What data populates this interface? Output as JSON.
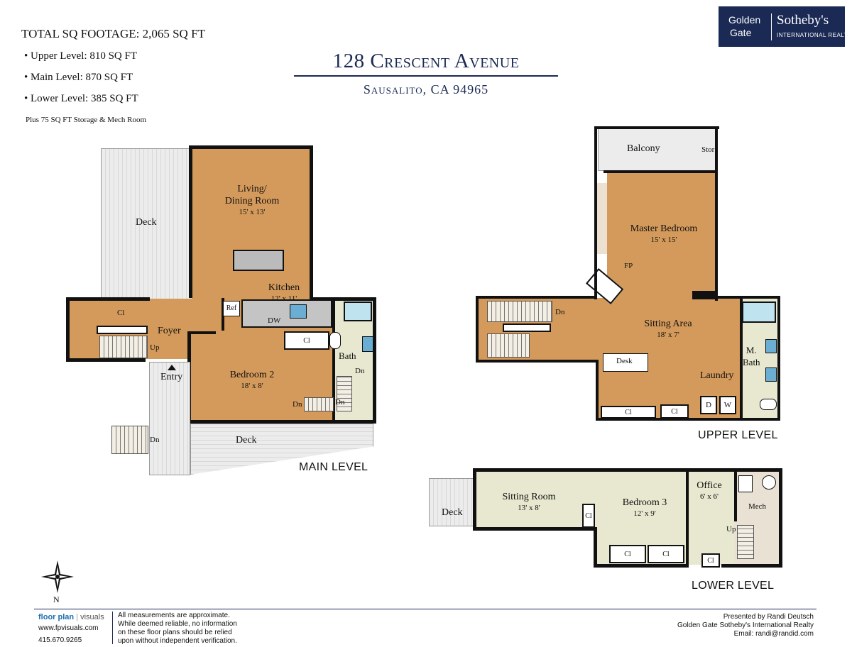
{
  "header": {
    "title": "128 Crescent Avenue",
    "subtitle": "Sausalito, CA 94965",
    "total": "TOTAL SQ FOOTAGE: 2,065 SQ FT",
    "levels": [
      "Upper Level: 810 SQ FT",
      "Main Level: 870 SQ FT",
      "Lower Level: 385 SQ FT"
    ],
    "note": "Plus 75 SQ FT Storage & Mech Room"
  },
  "logo": {
    "left_top": "Golden",
    "left_bottom": "Gate",
    "brand": "Sotheby's",
    "brand_sub": "INTERNATIONAL REALTY"
  },
  "main_level": {
    "title": "MAIN LEVEL",
    "deck_top": "Deck",
    "deck_bottom": "Deck",
    "living_name": "Living/\nDining Room",
    "living_dim": "15' x 13'",
    "kitchen_name": "Kitchen",
    "kitchen_dim": "12' x 11'",
    "foyer": "Foyer",
    "entry": "Entry",
    "bedroom_name": "Bedroom 2",
    "bedroom_dim": "18' x 8'",
    "bath": "Bath",
    "ref": "Ref",
    "dw": "DW",
    "cl": "Cl",
    "cl2": "Cl",
    "up": "Up",
    "dn1": "Dn",
    "dn2": "Dn",
    "dn3": "Dn",
    "dn4": "Dn"
  },
  "upper_level": {
    "title": "UPPER LEVEL",
    "balcony": "Balcony",
    "stor": "Stor",
    "master_name": "Master Bedroom",
    "master_dim": "15' x 15'",
    "fp": "FP",
    "sitting_name": "Sitting Area",
    "sitting_dim": "18' x 7'",
    "desk": "Desk",
    "laundry": "Laundry",
    "mbath": "M.\nBath",
    "dn": "Dn",
    "d": "D",
    "w": "W",
    "cl1": "Cl",
    "cl2": "Cl"
  },
  "lower_level": {
    "title": "LOWER LEVEL",
    "deck": "Deck",
    "sitting_name": "Sitting Room",
    "sitting_dim": "13' x 8'",
    "bedroom_name": "Bedroom 3",
    "bedroom_dim": "12' x 9'",
    "office_name": "Office",
    "office_dim": "6' x 6'",
    "mech": "Mech",
    "up": "Up",
    "cl1": "Cl",
    "cl2": "Cl",
    "cl3": "Cl",
    "cl4": "Cl"
  },
  "compass": {
    "n": "N"
  },
  "footer": {
    "brand_a": "floor plan",
    "brand_b": "visuals",
    "url": "www.fpvisuals.com",
    "phone": "415.670.9265",
    "disclaimer": [
      "All measurements are approximate.",
      "While deemed reliable, no information",
      "on these floor plans should be relied",
      "upon without independent verification."
    ],
    "presented": "Presented by Randi Deutsch",
    "company": "Golden Gate Sotheby's International Realty",
    "email": "Email: randi@randid.com"
  },
  "colors": {
    "navy": "#1b2a55",
    "wood": "#d49a5b",
    "tile": "#e7e8cf",
    "deck": "#ececec"
  }
}
